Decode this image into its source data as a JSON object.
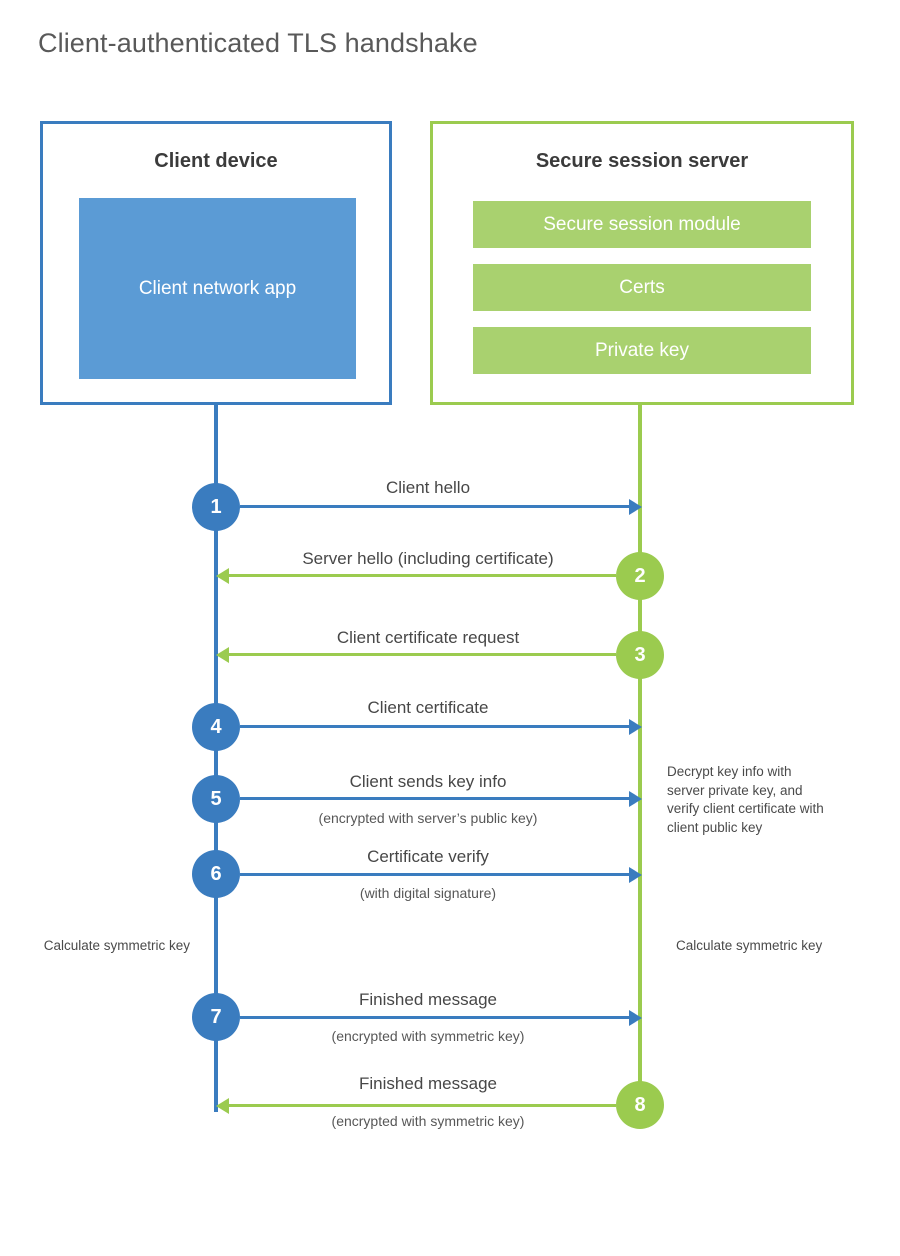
{
  "title": "Client-authenticated TLS handshake",
  "colors": {
    "blue": "#3a7cbf",
    "blue_fill": "#5b9bd5",
    "green": "#9bcb4f",
    "green_fill": "#a9d16f",
    "title_text": "#595959",
    "body_text": "#474747"
  },
  "parties": {
    "client": {
      "title": "Client device",
      "app_label": "Client network app"
    },
    "server": {
      "title": "Secure session server",
      "components": [
        "Secure session module",
        "Certs",
        "Private key"
      ]
    }
  },
  "steps": [
    {
      "number": "1",
      "label": "Client hello",
      "sub": "",
      "direction": "client-to-server",
      "color": "blue"
    },
    {
      "number": "2",
      "label": "Server hello (including certificate)",
      "sub": "",
      "direction": "server-to-client",
      "color": "green"
    },
    {
      "number": "3",
      "label": "Client certificate request",
      "sub": "",
      "direction": "server-to-client",
      "color": "green"
    },
    {
      "number": "4",
      "label": "Client certificate",
      "sub": "",
      "direction": "client-to-server",
      "color": "blue"
    },
    {
      "number": "5",
      "label": "Client sends key info",
      "sub": "(encrypted with server’s public key)",
      "direction": "client-to-server",
      "color": "blue"
    },
    {
      "number": "6",
      "label": "Certificate verify",
      "sub": "(with digital signature)",
      "direction": "client-to-server",
      "color": "blue"
    },
    {
      "number": "7",
      "label": "Finished message",
      "sub": "(encrypted with symmetric key)",
      "direction": "client-to-server",
      "color": "blue"
    },
    {
      "number": "8",
      "label": "Finished message",
      "sub": "(encrypted with symmetric key)",
      "direction": "server-to-client",
      "color": "green"
    }
  ],
  "annotations": {
    "server_decrypt": "Decrypt key info with server private key, and verify client certificate with client public key",
    "client_calc": "Calculate symmetric key",
    "server_calc": "Calculate symmetric key"
  }
}
